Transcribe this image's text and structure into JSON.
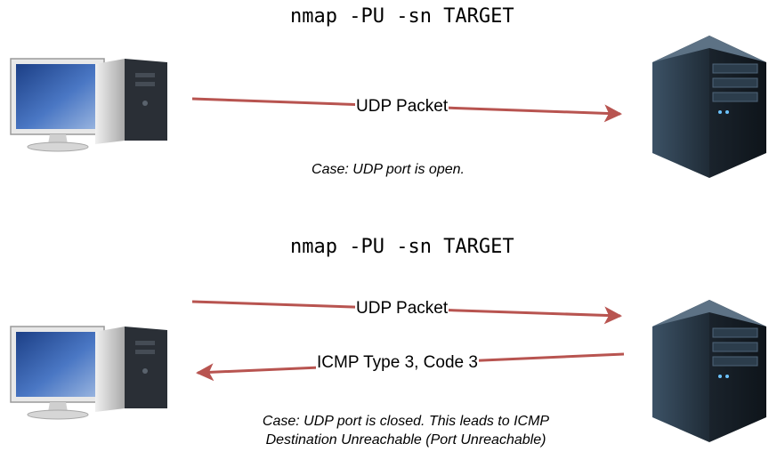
{
  "scenarios": [
    {
      "command": "nmap -PU -sn TARGET",
      "arrows": [
        {
          "label": "UDP Packet",
          "direction": "to-target"
        }
      ],
      "caption": [
        "Case: UDP port is open."
      ]
    },
    {
      "command": "nmap -PU -sn TARGET",
      "arrows": [
        {
          "label": "UDP Packet",
          "direction": "to-target"
        },
        {
          "label": "ICMP Type 3, Code 3",
          "direction": "to-scanner"
        }
      ],
      "caption": [
        "Case: UDP port is closed. This leads to ICMP",
        "Destination Unreachable (Port Unreachable)"
      ]
    }
  ],
  "colors": {
    "arrow": "#b85450",
    "monitor_screen": "#3a5fa8",
    "tower": "#2b3a48"
  },
  "icons": {
    "scanner": "desktop-computer-icon",
    "target": "server-tower-icon"
  }
}
